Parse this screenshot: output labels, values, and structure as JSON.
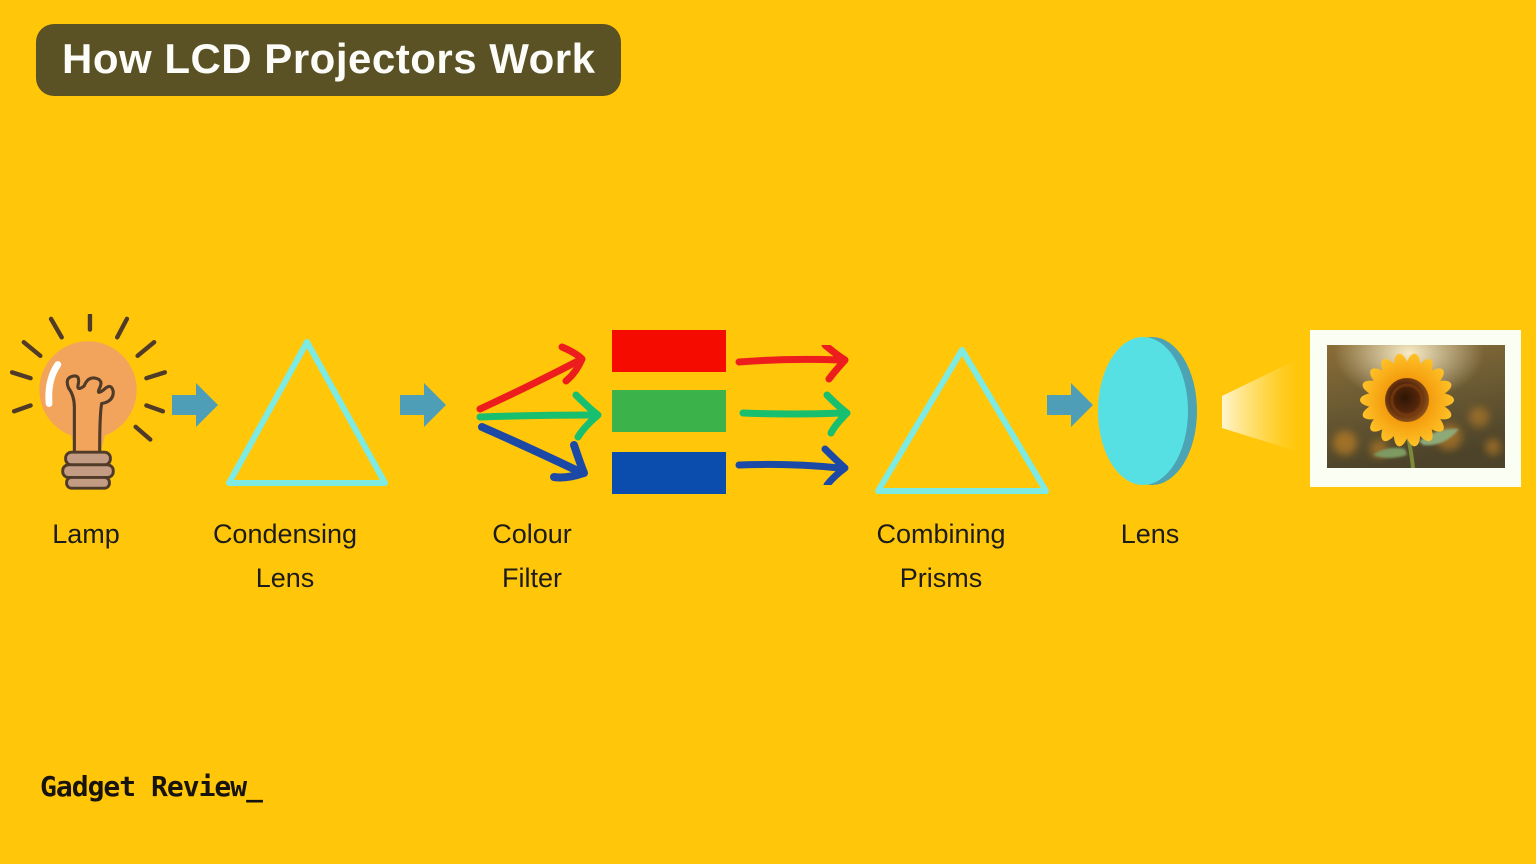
{
  "title": {
    "text": "How LCD Projectors Work"
  },
  "brand": {
    "text": "Gadget Review_"
  },
  "diagram": {
    "stages": [
      {
        "name": "lamp",
        "label_line1": "Lamp"
      },
      {
        "name": "condensing-lens",
        "label_line1": "Condensing",
        "label_line2": "Lens"
      },
      {
        "name": "colour-filter",
        "label_line1": "Colour",
        "label_line2": "Filter"
      },
      {
        "name": "combining-prisms",
        "label_line1": "Combining",
        "label_line2": "Prisms"
      },
      {
        "name": "lens",
        "label_line1": "Lens"
      }
    ],
    "filter_channels": [
      {
        "name": "red",
        "color": "#F50B00"
      },
      {
        "name": "green",
        "color": "#3CB24B"
      },
      {
        "name": "blue",
        "color": "#0B4DAD"
      }
    ],
    "colors": {
      "background": "#FFC60A",
      "title_pill": "#5A5124",
      "title_text": "#FCFCF8",
      "label_text": "#1C1C1C",
      "flow_arrow": "#4F9EB8",
      "glass_outline": "#7DEAE4",
      "lens_front": "#57E0E3",
      "lens_back": "#4BA3B4",
      "red_ray": "#EE1D1D",
      "green_ray": "#17BF6E",
      "blue_ray": "#1C49A5",
      "bulb_glass": "#F2A45C",
      "bulb_base": "#C49C84",
      "ray_stroke": "#4F3B28",
      "beam": "#FFF4C8"
    }
  }
}
